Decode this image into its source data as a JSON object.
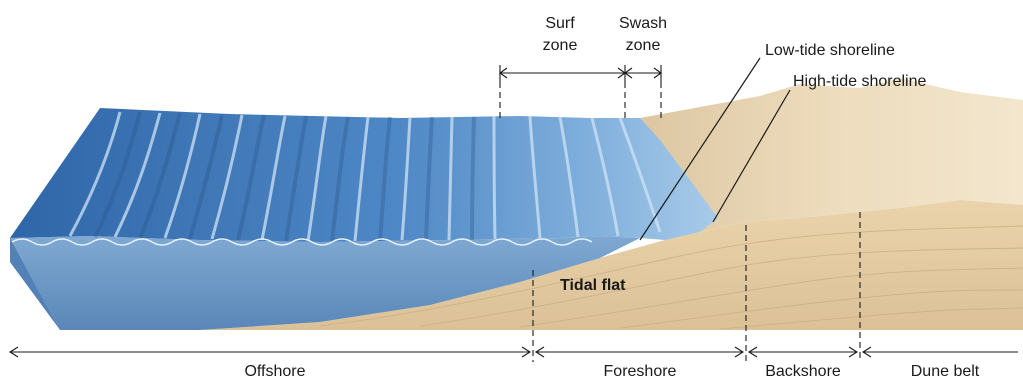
{
  "zones_top": {
    "surf_zone_line1": "Surf",
    "surf_zone_line2": "zone",
    "swash_zone_line1": "Swash",
    "swash_zone_line2": "zone"
  },
  "shorelines": {
    "low_tide": "Low-tide shoreline",
    "high_tide": "High-tide shoreline"
  },
  "features": {
    "tidal_flat": "Tidal flat"
  },
  "zones_bottom": {
    "offshore": "Offshore",
    "foreshore": "Foreshore",
    "backshore": "Backshore",
    "dune_belt": "Dune belt"
  },
  "colors": {
    "water_dark": "#2f6db0",
    "water_mid": "#5d95cf",
    "water_light": "#9cc3e6",
    "sand": "#e8d2ad",
    "sand_light": "#f1e3c8",
    "sand_shadow": "#d3b98e"
  }
}
